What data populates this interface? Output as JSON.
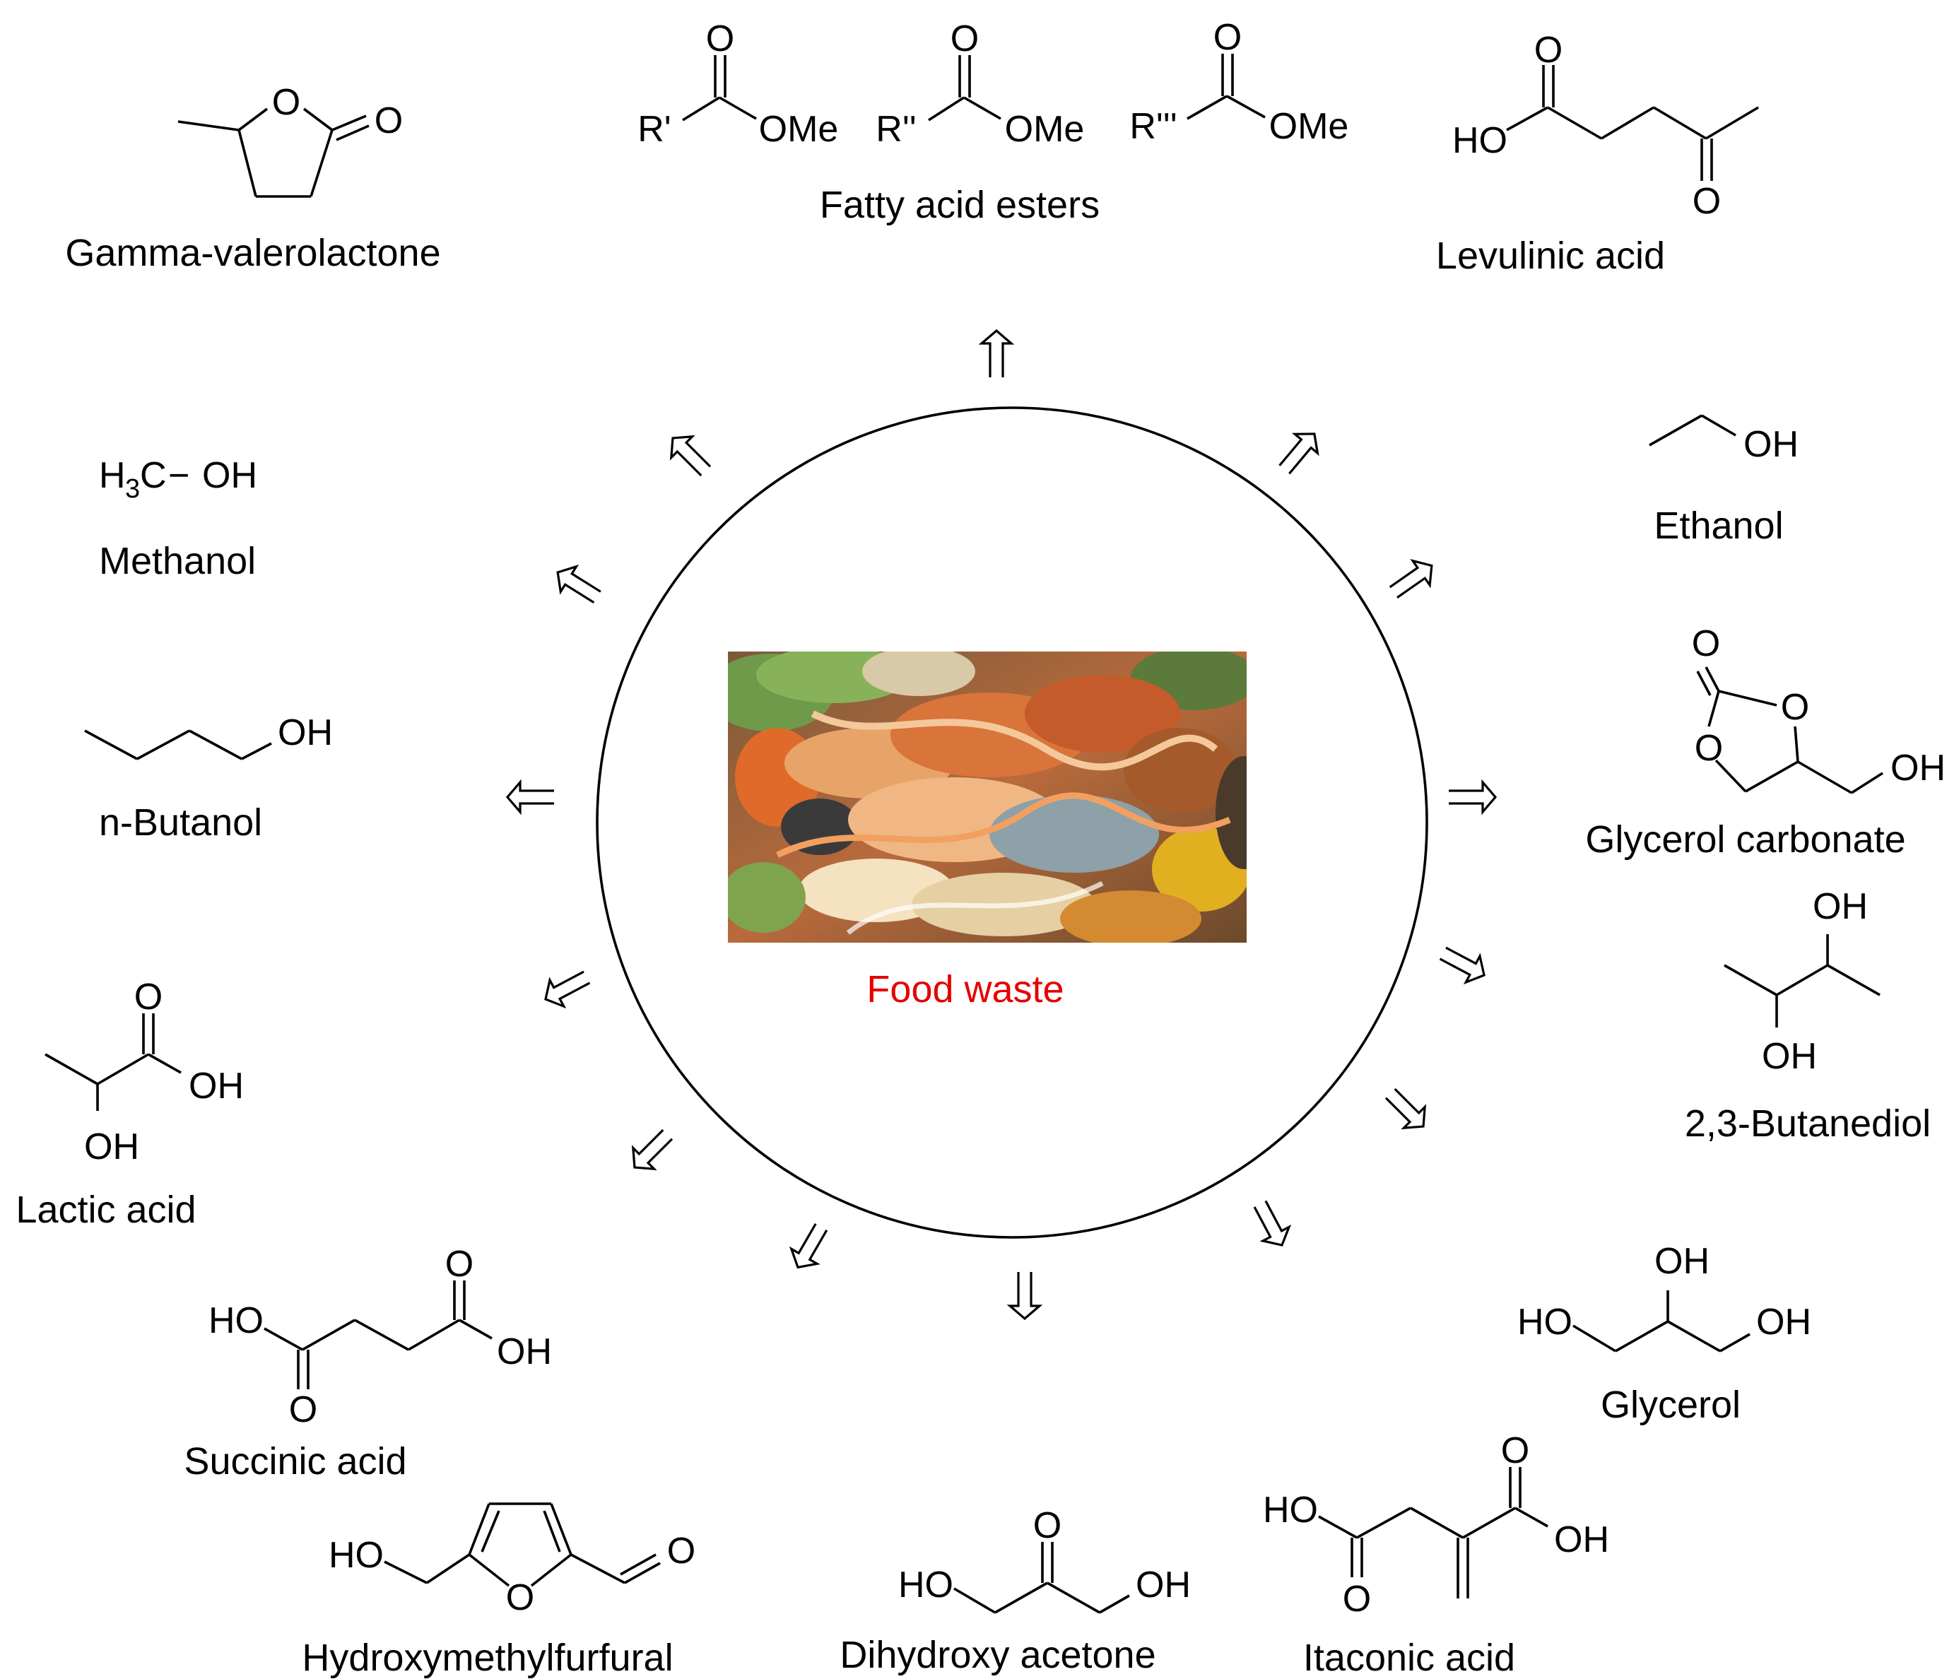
{
  "center": {
    "label": "Food waste",
    "label_color": "#e60000",
    "circle_color": "#000000"
  },
  "compounds": [
    {
      "id": "gvl",
      "name": "Gamma-valerolactone",
      "atoms": {
        "o_ring": "O",
        "o_keto": "O"
      }
    },
    {
      "id": "fae",
      "name": "Fatty acid esters",
      "atoms": {
        "r1": "R'",
        "r2": "R''",
        "r3": "R'''",
        "ome": "OMe",
        "o": "O"
      }
    },
    {
      "id": "levulinic",
      "name": "Levulinic acid",
      "atoms": {
        "ho": "HO",
        "o": "O"
      }
    },
    {
      "id": "methanol",
      "name": "Methanol",
      "atoms": {
        "h": "H",
        "sub3": "3",
        "c": "C",
        "dash": "−",
        "oh": "OH"
      }
    },
    {
      "id": "ethanol",
      "name": "Ethanol",
      "atoms": {
        "oh": "OH"
      }
    },
    {
      "id": "butanol",
      "name": "n-Butanol",
      "atoms": {
        "oh": "OH"
      }
    },
    {
      "id": "glycerol-carbonate",
      "name": "Glycerol carbonate",
      "atoms": {
        "o": "O",
        "oh": "OH"
      }
    },
    {
      "id": "butanediol",
      "name": "2,3-Butanediol",
      "atoms": {
        "oh": "OH"
      }
    },
    {
      "id": "lactic",
      "name": "Lactic acid",
      "atoms": {
        "o": "O",
        "oh": "OH"
      }
    },
    {
      "id": "succinic",
      "name": "Succinic acid",
      "atoms": {
        "ho": "HO",
        "oh": "OH",
        "o": "O"
      }
    },
    {
      "id": "glycerol",
      "name": "Glycerol",
      "atoms": {
        "ho": "HO",
        "oh": "OH"
      }
    },
    {
      "id": "hmf",
      "name": "Hydroxymethylfurfural",
      "atoms": {
        "ho": "HO",
        "o": "O"
      }
    },
    {
      "id": "dha",
      "name": "Dihydroxy acetone",
      "atoms": {
        "ho": "HO",
        "oh": "OH",
        "o": "O"
      }
    },
    {
      "id": "itaconic",
      "name": "Itaconic acid",
      "atoms": {
        "ho": "HO",
        "oh": "OH",
        "o": "O"
      }
    }
  ],
  "icons": {
    "arrow": "double-outline-arrow-icon",
    "photo": "food-waste-photo"
  }
}
